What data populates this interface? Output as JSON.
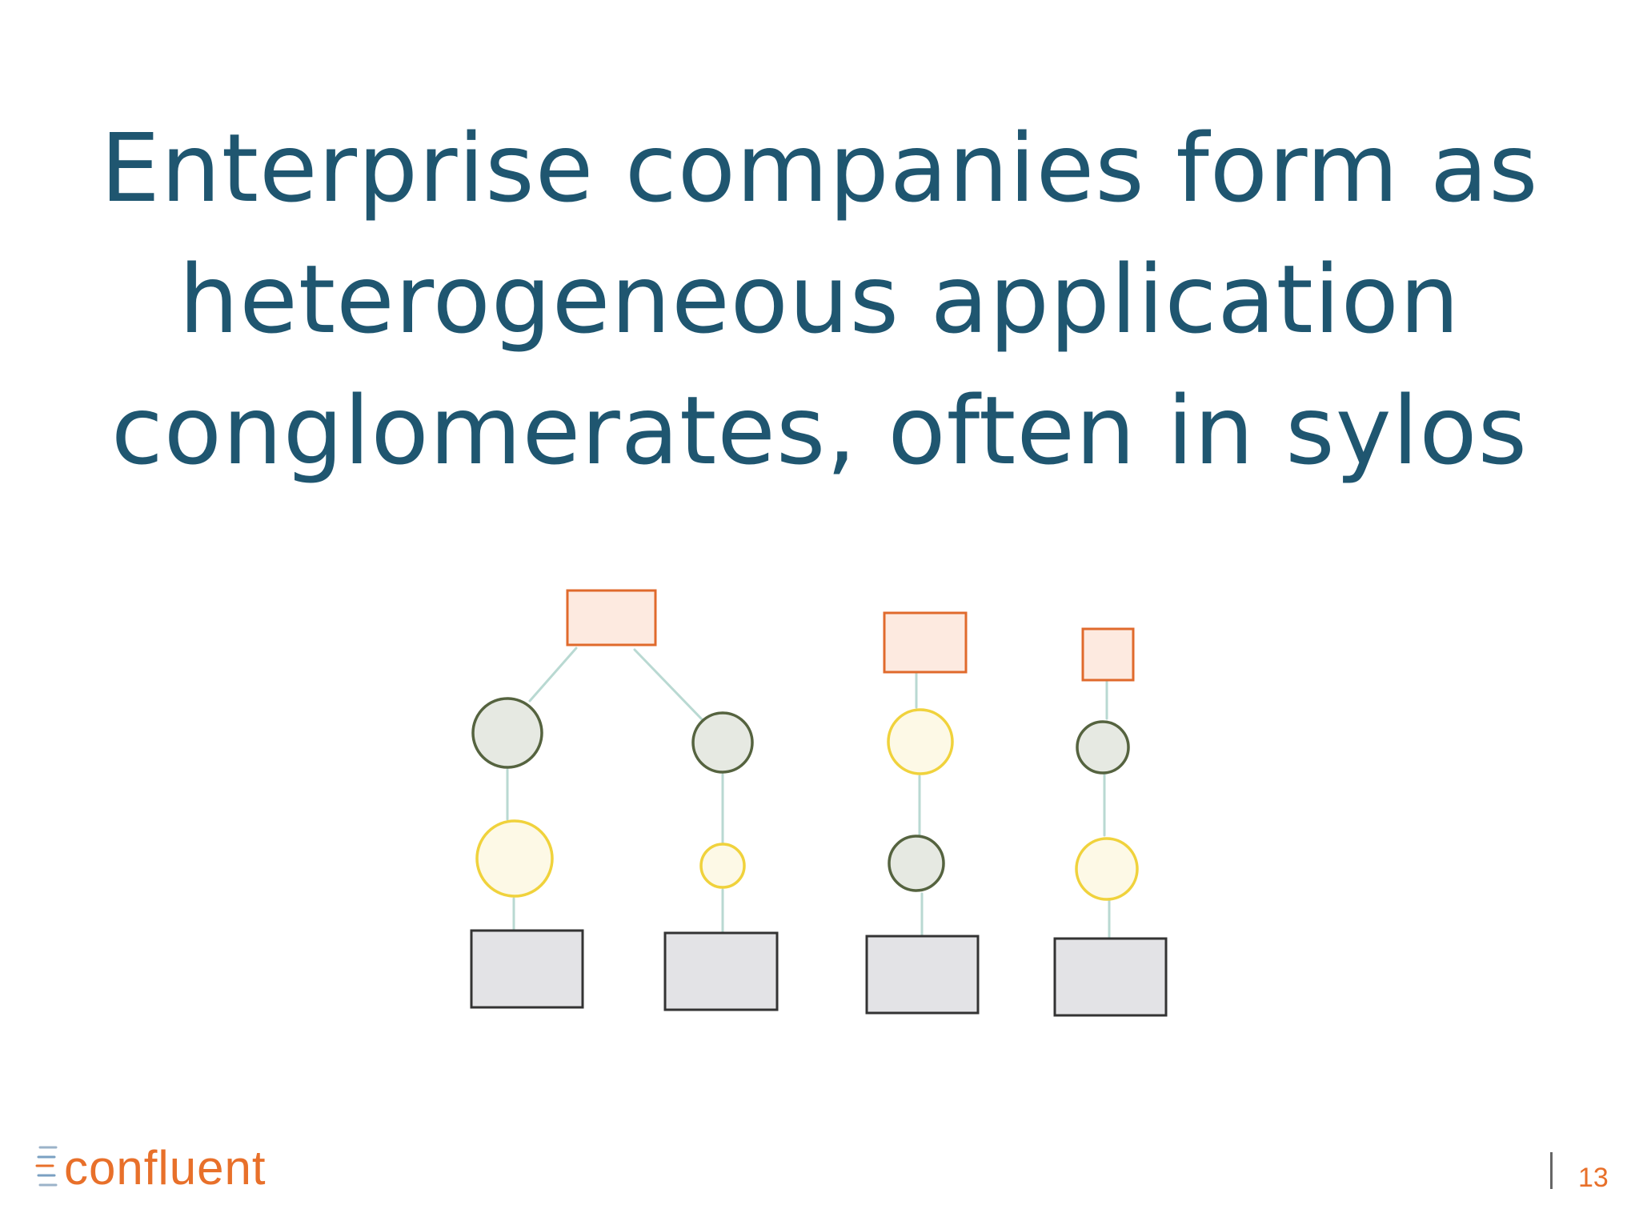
{
  "slide": {
    "title_lines": [
      "Enterprise companies form as",
      "heterogeneous application",
      "conglomerates, often in sylos"
    ],
    "page_number": "13"
  },
  "logo": {
    "text": "confluent",
    "icon": "confluent-logo-icon"
  },
  "diagram": {
    "colors": {
      "orange_stroke": "#e06a2c",
      "orange_fill": "#fdeae0",
      "green_stroke": "#55633f",
      "green_fill": "#e6e9e2",
      "yellow_stroke": "#f0d23c",
      "yellow_fill": "#fdf9e6",
      "gray_stroke": "#333333",
      "gray_fill": "#e3e3e6",
      "connector": "#b9d9d2"
    },
    "sylos": [
      {
        "top": "orange-box",
        "branches": [
          [
            "green-circle",
            "yellow-circle",
            "gray-box"
          ],
          [
            "green-circle",
            "yellow-circle",
            "gray-box"
          ]
        ]
      },
      {
        "top": "orange-box",
        "branches": [
          [
            "yellow-circle",
            "green-circle",
            "gray-box"
          ]
        ]
      },
      {
        "top": "orange-box",
        "branches": [
          [
            "green-circle",
            "yellow-circle",
            "gray-box"
          ]
        ]
      }
    ]
  }
}
